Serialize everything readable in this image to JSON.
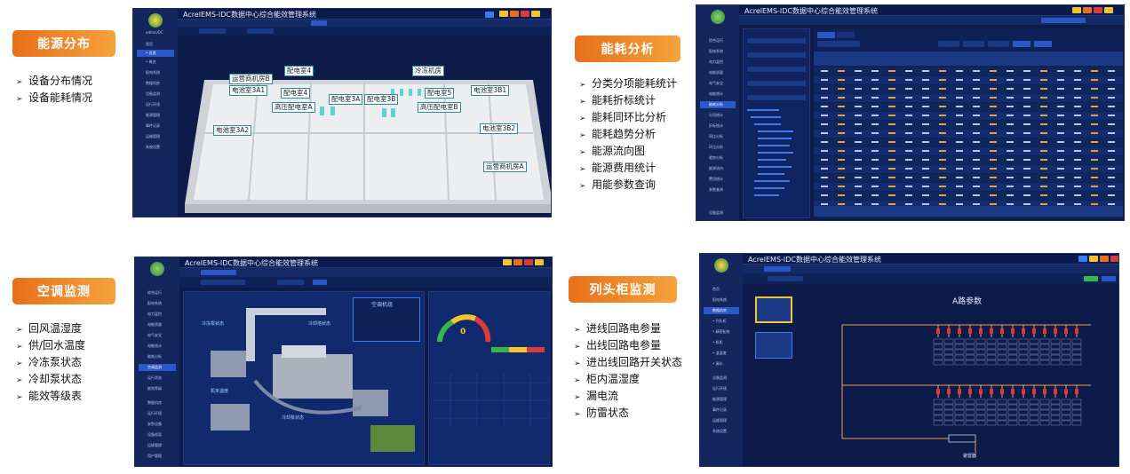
{
  "app_title": "AcrelEMS-IDC数据中心综合能效管理系统",
  "sections": [
    {
      "label": "能源分布",
      "items": [
        "设备分布情况",
        "设备能耗情况"
      ]
    },
    {
      "label": "能耗分析",
      "items": [
        "分类分项能耗统计",
        "能耗折标统计",
        "能耗同环比分析",
        "能耗趋势分析",
        "能源流向图",
        "能源费用统计",
        "用能参数查询"
      ]
    },
    {
      "label": "空调监测",
      "items": [
        "回风温湿度",
        "供/回水温度",
        "冷冻泵状态",
        "冷却泵状态",
        "能效等级表"
      ]
    },
    {
      "label": "列头柜监测",
      "items": [
        "进线回路电参量",
        "出线回路电参量",
        "进出线回路开关状态",
        "柜内温湿度",
        "漏电流",
        "防雷状态"
      ]
    }
  ],
  "shot1": {
    "user": "admin/DC",
    "room_labels": [
      "运营商机房B",
      "配电室4",
      "冷冻机房",
      "电池室3A1",
      "配电室4",
      "配电室5",
      "电池室3B1",
      "高压配电室A",
      "配电室3A",
      "配电室3B",
      "高压配电室B",
      "电池室3A2",
      "电池室3B2",
      "运营商机房A"
    ]
  },
  "shot3": {
    "panel_title": "空调机组",
    "gauge_value": "0",
    "labels": [
      "冷冻泵状态",
      "冷却塔状态",
      "机末温度",
      "冷却泵状态"
    ]
  },
  "shot4": {
    "diagram_title": "A路参数",
    "bottom_label": "避雷器"
  },
  "colors": {
    "accent": "#f39a2e",
    "panel": "#0d1b4a",
    "sidebar": "#13275e",
    "active": "#2b57c8"
  }
}
